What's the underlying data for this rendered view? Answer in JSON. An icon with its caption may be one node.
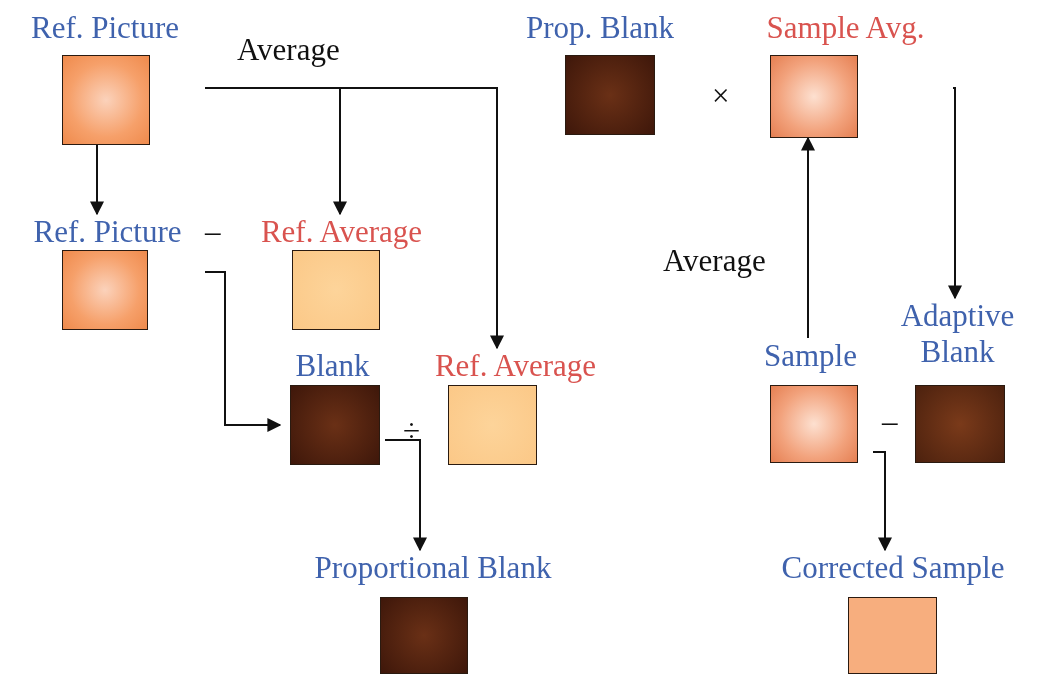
{
  "diagram": {
    "nodes": [
      {
        "text": [
          "Ref. Picture"
        ]
      },
      {
        "text": [
          "Ref. Picture"
        ]
      },
      {
        "text": [
          "Ref. Average"
        ]
      },
      {
        "text": [
          "Blank"
        ]
      },
      {
        "text": [
          "Ref. Average"
        ]
      },
      {
        "text": [
          "Proportional Blank"
        ]
      },
      {
        "text": [
          "Prop. Blank"
        ]
      },
      {
        "text": [
          "Sample Avg."
        ]
      },
      {
        "text": [
          "Sample"
        ]
      },
      {
        "text": [
          "Adaptive Blank"
        ]
      },
      {
        "text": [
          "Corrected Sample"
        ]
      }
    ],
    "edges": [
      {
        "from": 0,
        "to": 1,
        "arrow": "to"
      },
      {
        "from": 0,
        "to": 2,
        "arrow": "to",
        "label": "Average"
      },
      {
        "from": 0,
        "to": 4,
        "arrow": "to"
      },
      {
        "from": 1,
        "to": 3,
        "arrow": "to"
      },
      {
        "from": 3,
        "to": 5,
        "arrow": "to"
      },
      {
        "from": 8,
        "to": 7,
        "arrow": "to",
        "label": "Average"
      },
      {
        "from": 7,
        "to": 9,
        "arrow": "to"
      },
      {
        "from": 8,
        "to": 10,
        "arrow": "to"
      }
    ],
    "labels": [
      "×",
      "–",
      "–",
      "÷"
    ]
  }
}
